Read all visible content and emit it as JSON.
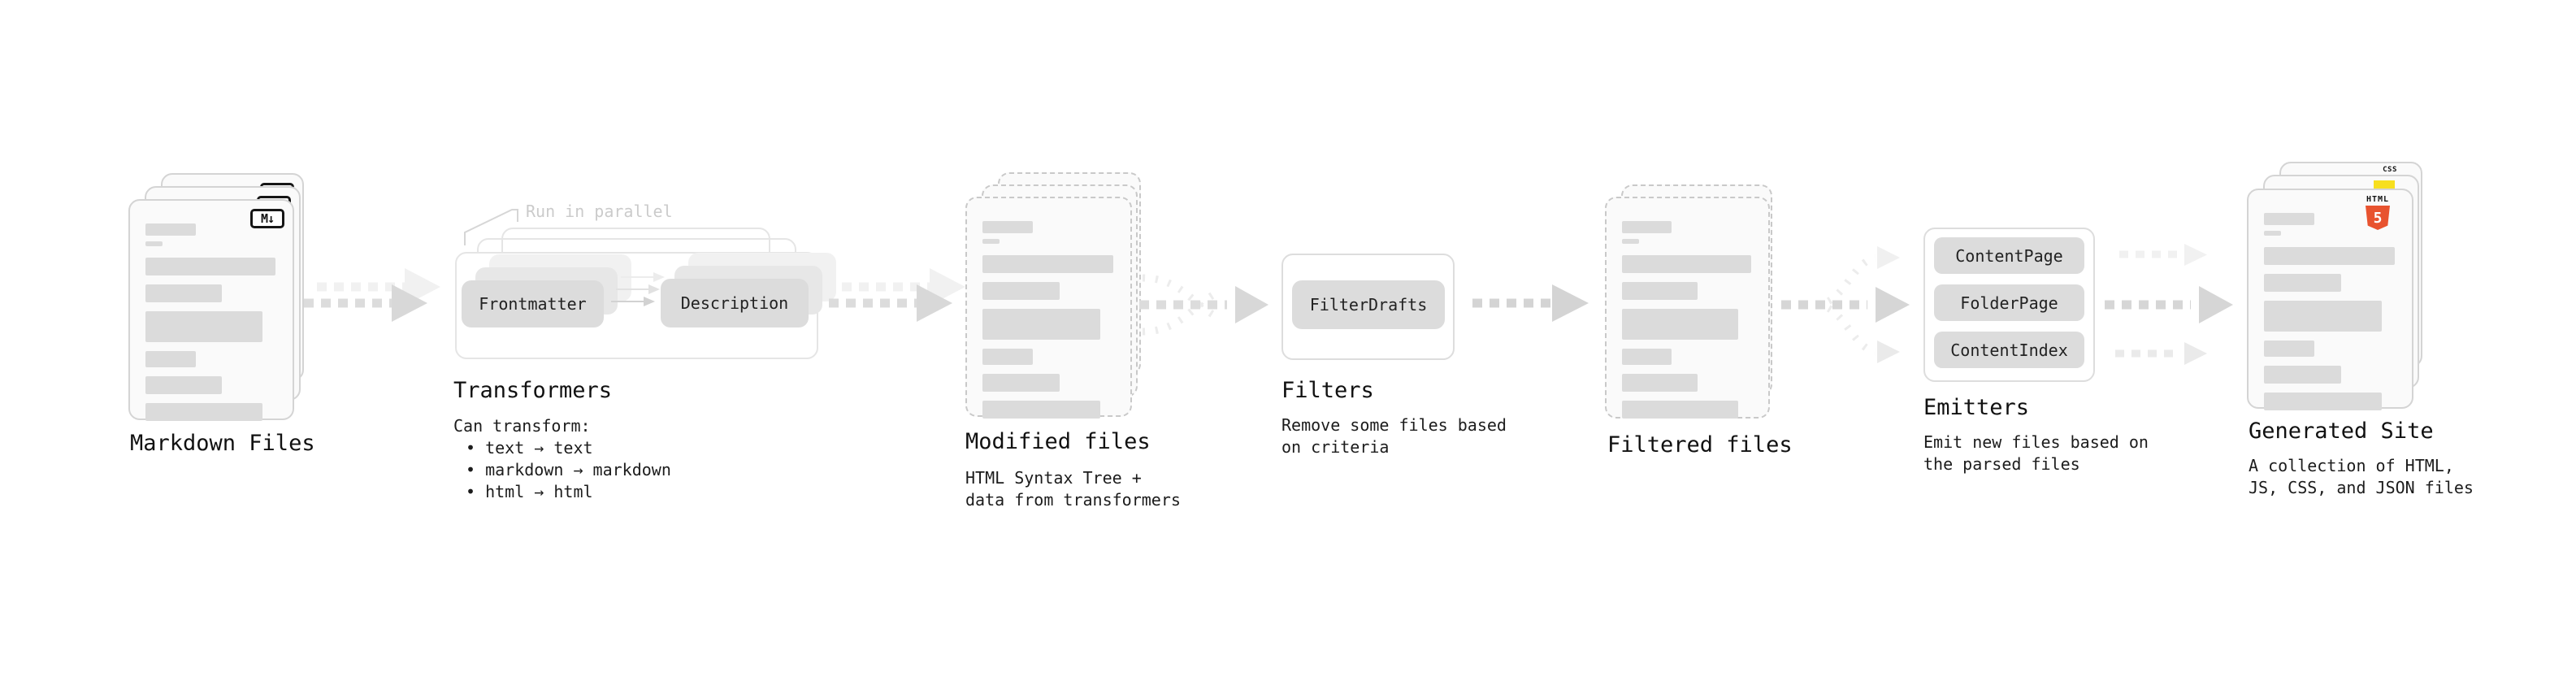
{
  "diagram": {
    "markdown_files": {
      "title": "Markdown Files",
      "badge": "M↓",
      "card_count": 3
    },
    "transformers": {
      "title": "Transformers",
      "annotation": "Run in parallel",
      "nodes": [
        "Frontmatter",
        "Description"
      ],
      "caption": "Can transform:",
      "bullets": [
        "• text → text",
        "• markdown → markdown",
        "• html → html"
      ]
    },
    "modified_files": {
      "title": "Modified files",
      "caption_lines": [
        "HTML Syntax Tree +",
        "data from transformers"
      ]
    },
    "filters": {
      "title": "Filters",
      "nodes": [
        "FilterDrafts"
      ],
      "caption_lines": [
        "Remove some files based",
        "on criteria"
      ]
    },
    "filtered_files": {
      "title": "Filtered files",
      "card_count": 2
    },
    "emitters": {
      "title": "Emitters",
      "nodes": [
        "ContentPage",
        "FolderPage",
        "ContentIndex"
      ],
      "caption_lines": [
        "Emit new files based on",
        "the parsed files"
      ]
    },
    "generated_site": {
      "title": "Generated Site",
      "caption_lines": [
        "A collection of HTML,",
        "JS, CSS, and JSON files"
      ],
      "badges": {
        "html_word": "HTML",
        "html_five": "5",
        "css_word": "CSS"
      }
    },
    "colors": {
      "html5_orange": "#e8532f",
      "js_yellow": "#f7df1e",
      "css_blue": "#2d6bf5",
      "card_border": "#d4d4d4",
      "dashed_border": "#c9c9c9",
      "bar_gray": "#dbdbdb",
      "node_gray": "#dcdcdc",
      "arrow_gray": "#d6d6d6",
      "arrow_light": "#f0f0f0"
    },
    "skeleton": {
      "bars": [
        {
          "w": 38,
          "h": 15
        },
        {
          "w": 13,
          "h": 6,
          "mt": 7
        },
        {
          "w": 99,
          "h": 22,
          "mt": 14
        },
        {
          "w": 58,
          "h": 22,
          "mt": 11
        },
        {
          "w": 89,
          "h": 38,
          "mt": 11
        },
        {
          "w": 38,
          "h": 20,
          "mt": 11
        },
        {
          "w": 58,
          "h": 22,
          "mt": 11
        },
        {
          "w": 89,
          "h": 22,
          "mt": 11
        }
      ]
    }
  }
}
